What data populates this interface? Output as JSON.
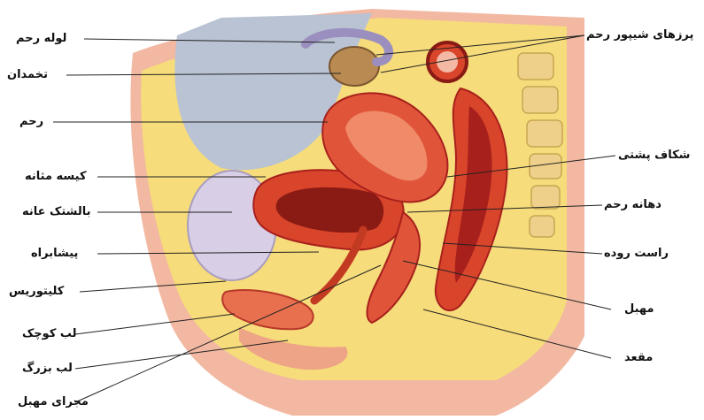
{
  "labels_left": [
    {
      "id": "fallopian-tube",
      "text": "لوله رحم"
    },
    {
      "id": "ovary",
      "text": "تخمدان"
    },
    {
      "id": "uterus",
      "text": "رحم"
    },
    {
      "id": "bladder",
      "text": "کیسه مثانه"
    },
    {
      "id": "pubic-bone",
      "text": "بالشتک عانه"
    },
    {
      "id": "urethra",
      "text": "پیشابراه"
    },
    {
      "id": "clitoris",
      "text": "کلیتوریس"
    },
    {
      "id": "labia-minora",
      "text": "لب کوچک"
    },
    {
      "id": "labia-majora",
      "text": "لب بزرگ"
    },
    {
      "id": "vagina",
      "text": "مجرای مهبل"
    }
  ],
  "labels_right": [
    {
      "id": "uterine-ligaments",
      "text": "پرزهای شیپور رحم"
    },
    {
      "id": "posterior-fornix",
      "text": "شکاف پشتی"
    },
    {
      "id": "cervix",
      "text": "دهانه رحم"
    },
    {
      "id": "rectum",
      "text": "راست روده"
    },
    {
      "id": "vagina-canal",
      "text": "مهبل"
    },
    {
      "id": "anus",
      "text": "مقعد"
    }
  ],
  "colors": {
    "skin": "#f2b8a2",
    "fat": "#f6dc7a",
    "muscle": "#d9452b",
    "muscle_dark": "#a8201c",
    "bladder": "#d8cfe6",
    "peritoneum": "#b9c3d4",
    "leader_line": "#222222"
  }
}
